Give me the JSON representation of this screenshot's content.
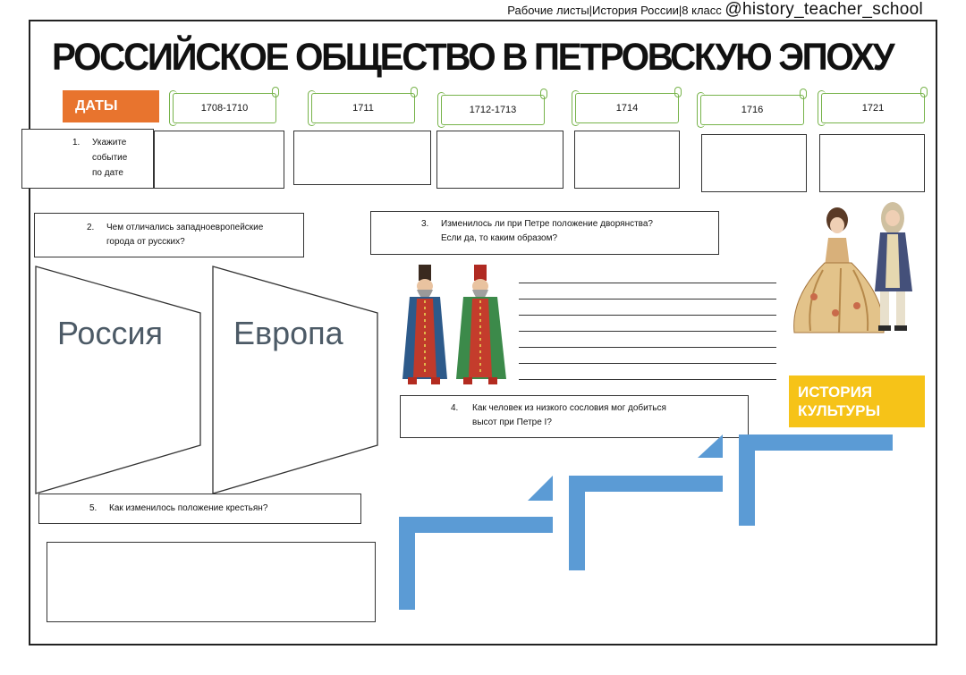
{
  "header": {
    "meta": "Рабочие листы|История России|8 класс",
    "handle": "@history_teacher_school"
  },
  "title": "РОССИЙСКОЕ ОБЩЕСТВО В ПЕТРОВСКУЮ ЭПОХУ",
  "dates_label": "ДАТЫ",
  "dates": [
    "1708-1710",
    "1711",
    "1712-1713",
    "1714",
    "1716",
    "1721"
  ],
  "q1": {
    "number": "1.",
    "lines": [
      "Укажите",
      "событие",
      "по дате"
    ]
  },
  "q2": {
    "number": "2.",
    "text": "Чем отличались западноевропейские",
    "text2": "города от русских?"
  },
  "q3": {
    "number": "3.",
    "text": "Изменилось ли при Петре положение дворянства?",
    "text2": "Если да, то каким образом?"
  },
  "q4": {
    "number": "4.",
    "text": "Как человек из низкого сословия мог добиться",
    "text2": "высот при Петре I?"
  },
  "q5": {
    "number": "5.",
    "text": "Как изменилось положение крестьян?"
  },
  "russia": "Россия",
  "europe": "Европа",
  "culture": {
    "line1": "ИСТОРИЯ",
    "line2": "КУЛЬТУРЫ"
  },
  "colors": {
    "dates_label": "#e8742e",
    "scroll_border": "#77b34a",
    "culture_box": "#f6c318",
    "stairs": "#5b9bd5"
  },
  "icons": [
    "boyars-illustration",
    "nobles-illustration",
    "stairs-graphic"
  ]
}
